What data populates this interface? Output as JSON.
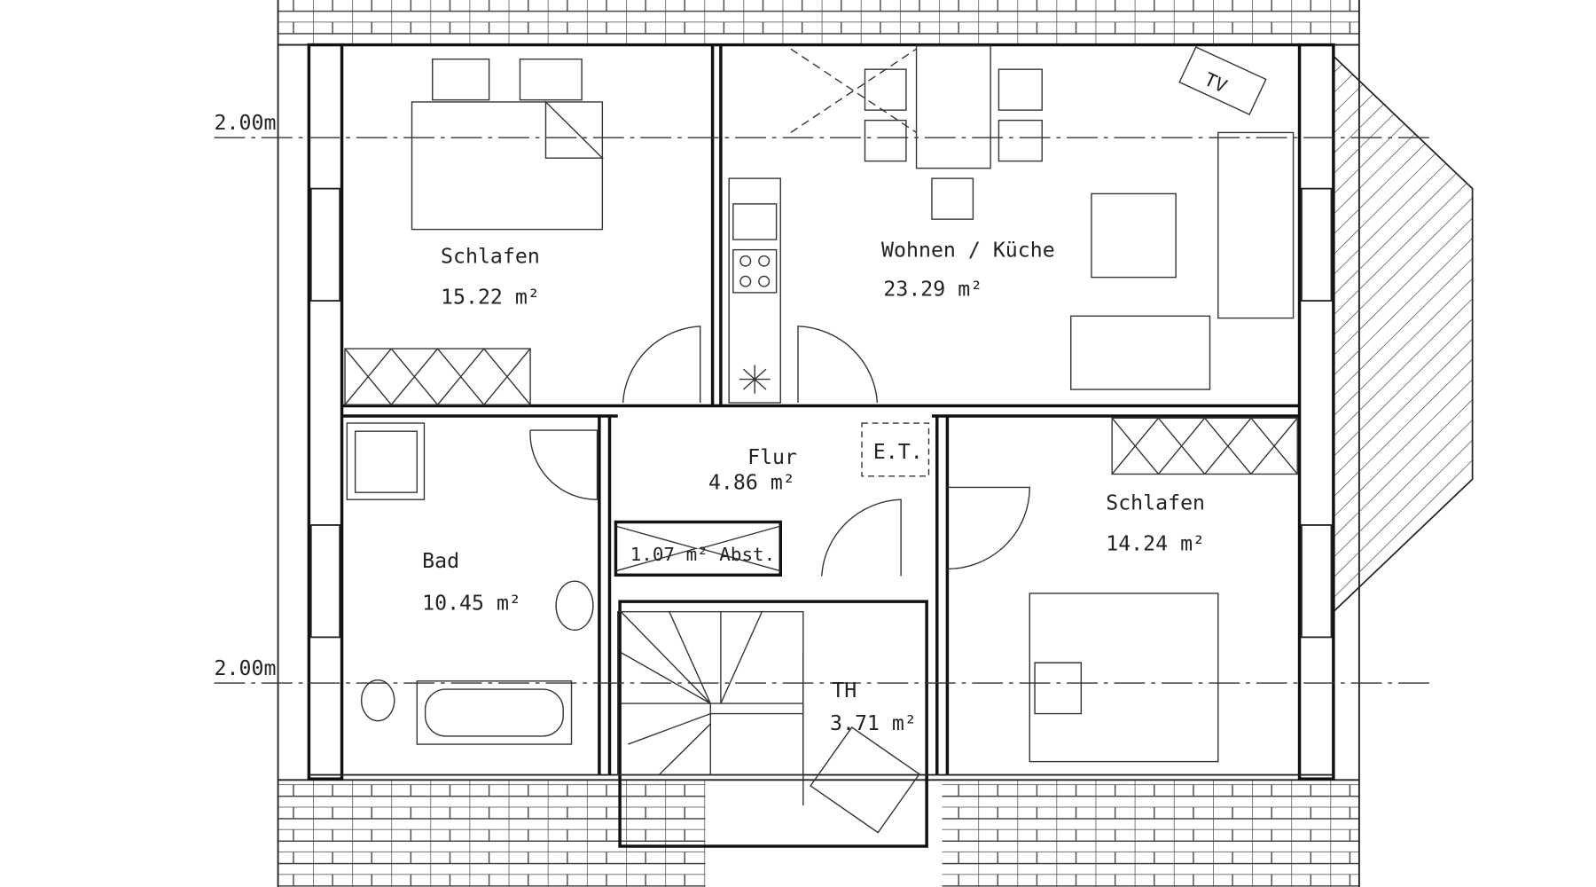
{
  "levels": {
    "left_top": "2.00m",
    "left_bottom": "2.00m"
  },
  "rooms": {
    "bedroom1": {
      "name": "Schlafen",
      "area": "15.22 m²"
    },
    "living": {
      "name": "Wohnen / Küche",
      "area": "23.29 m²",
      "tv": "TV"
    },
    "hall": {
      "name": "Flur",
      "area": "4.86 m²",
      "et": "E.T.",
      "storage": "1.07 m² Abst."
    },
    "bath": {
      "name": "Bad",
      "area": "10.45 m²"
    },
    "bedroom2": {
      "name": "Schlafen",
      "area": "14.24 m²"
    },
    "stair": {
      "name": "TH",
      "area": "3.71 m²"
    }
  }
}
